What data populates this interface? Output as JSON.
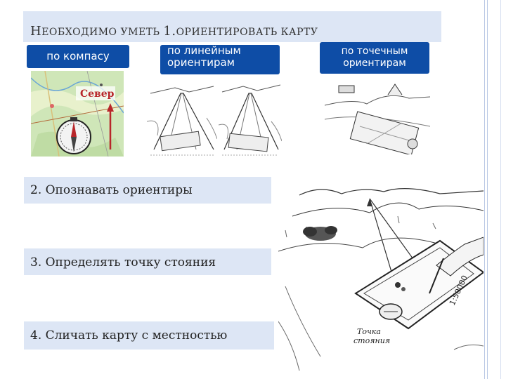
{
  "slide": {
    "title_first_letter": "Н",
    "title_rest": "ЕОБХОДИМО УМЕТЬ",
    "title_number": "1.",
    "title_tail": "ОРИЕНТИРОВАТЬ КАРТУ"
  },
  "methods": {
    "compass_label": "по компасу",
    "linear_label": "по линейным ориентирам",
    "point_label": "по точечным ориентирам",
    "map_north_label": "Север"
  },
  "skills": {
    "item2": "2. Опознавать ориентиры",
    "item3": "3. Определять точку стояния",
    "item4": "4. Сличать карту с местностью"
  },
  "illustration": {
    "standing_point_label_line1": "Точка",
    "standing_point_label_line2": "стояния",
    "map_scale_label": "1:50000"
  },
  "colors": {
    "title_band": "#dde6f5",
    "tag_blue": "#0e4da6",
    "north_red": "#b8262a"
  }
}
